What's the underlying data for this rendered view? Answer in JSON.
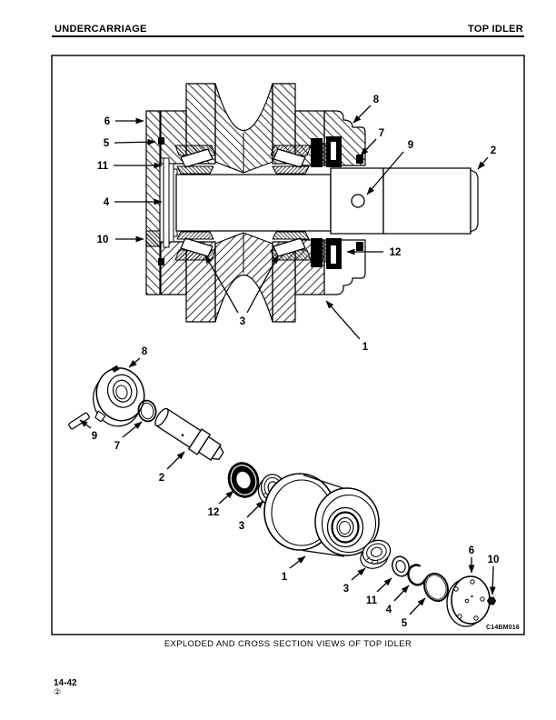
{
  "header": {
    "left": "UNDERCARRIAGE",
    "right": "TOP IDLER"
  },
  "figure": {
    "caption": "EXPLODED AND CROSS SECTION VIEWS OF TOP IDLER",
    "code": "C14BM016",
    "cross_section": {
      "callouts": [
        "6",
        "5",
        "11",
        "4",
        "10",
        "8",
        "7",
        "9",
        "2",
        "12",
        "3",
        "1"
      ]
    },
    "exploded": {
      "callouts": [
        "8",
        "9",
        "7",
        "2",
        "12",
        "3",
        "1",
        "3",
        "11",
        "4",
        "5",
        "6",
        "10"
      ]
    }
  },
  "footer": {
    "page_number": "14-42",
    "revision_mark": "②"
  },
  "colors": {
    "ink": "#000000",
    "paper": "#ffffff"
  }
}
